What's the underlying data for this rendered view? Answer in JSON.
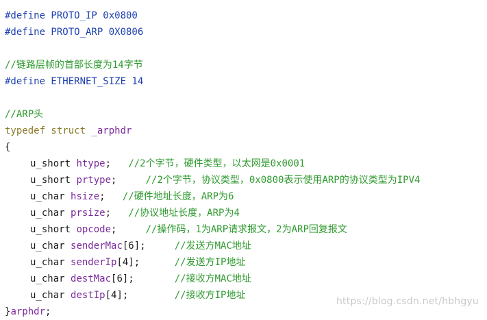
{
  "colors": {
    "keyword": "#1e40b0",
    "type": "#8a7a28",
    "identifier": "#7a2a9c",
    "comment": "#2f9a2f",
    "plain": "#1a1a1a",
    "watermark": "#c9c9c9"
  },
  "lines": [
    {
      "y": 0,
      "indent": false,
      "tokens": [
        {
          "t": "kw",
          "v": "#define PROTO_IP 0x0800"
        }
      ]
    },
    {
      "y": 1,
      "indent": false,
      "tokens": [
        {
          "t": "kw",
          "v": "#define PROTO_ARP 0X0806"
        }
      ]
    },
    {
      "y": 3,
      "indent": false,
      "tokens": [
        {
          "t": "cm",
          "v": "//链路层帧的首部长度为14字节"
        }
      ]
    },
    {
      "y": 4,
      "indent": false,
      "tokens": [
        {
          "t": "kw",
          "v": "#define ETHERNET_SIZE 14"
        }
      ]
    },
    {
      "y": 6,
      "indent": false,
      "tokens": [
        {
          "t": "cm",
          "v": "//ARP头"
        }
      ]
    },
    {
      "y": 7,
      "indent": false,
      "tokens": [
        {
          "t": "ty",
          "v": "typedef struct "
        },
        {
          "t": "id",
          "v": "_arphdr"
        }
      ]
    },
    {
      "y": 8,
      "indent": false,
      "tokens": [
        {
          "t": "pl",
          "v": "{"
        }
      ]
    },
    {
      "y": 9,
      "indent": true,
      "tokens": [
        {
          "t": "pl",
          "v": "u_short "
        },
        {
          "t": "id",
          "v": "htype"
        },
        {
          "t": "pl",
          "v": ";   "
        },
        {
          "t": "cm",
          "v": "//2个字节，硬件类型，以太网是0x0001"
        }
      ]
    },
    {
      "y": 10,
      "indent": true,
      "tokens": [
        {
          "t": "pl",
          "v": "u_short "
        },
        {
          "t": "id",
          "v": "prtype"
        },
        {
          "t": "pl",
          "v": ";     "
        },
        {
          "t": "cm",
          "v": "//2个字节，协议类型，0x0800表示使用ARP的协议类型为IPV4"
        }
      ]
    },
    {
      "y": 11,
      "indent": true,
      "tokens": [
        {
          "t": "pl",
          "v": "u_char "
        },
        {
          "t": "id",
          "v": "hsize"
        },
        {
          "t": "pl",
          "v": ";   "
        },
        {
          "t": "cm",
          "v": "//硬件地址长度，ARP为6"
        }
      ]
    },
    {
      "y": 12,
      "indent": true,
      "tokens": [
        {
          "t": "pl",
          "v": "u_char "
        },
        {
          "t": "id",
          "v": "prsize"
        },
        {
          "t": "pl",
          "v": ";   "
        },
        {
          "t": "cm",
          "v": "//协议地址长度，ARP为4"
        }
      ]
    },
    {
      "y": 13,
      "indent": true,
      "tokens": [
        {
          "t": "pl",
          "v": "u_short "
        },
        {
          "t": "id",
          "v": "opcode"
        },
        {
          "t": "pl",
          "v": ";     "
        },
        {
          "t": "cm",
          "v": "//操作码，1为ARP请求报文，2为ARP回复报文"
        }
      ]
    },
    {
      "y": 14,
      "indent": true,
      "tokens": [
        {
          "t": "pl",
          "v": "u_char "
        },
        {
          "t": "id",
          "v": "senderMac"
        },
        {
          "t": "pl",
          "v": "[6];     "
        },
        {
          "t": "cm",
          "v": "//发送方MAC地址"
        }
      ]
    },
    {
      "y": 15,
      "indent": true,
      "tokens": [
        {
          "t": "pl",
          "v": "u_char "
        },
        {
          "t": "id",
          "v": "senderIp"
        },
        {
          "t": "pl",
          "v": "[4];      "
        },
        {
          "t": "cm",
          "v": "//发送方IP地址"
        }
      ]
    },
    {
      "y": 16,
      "indent": true,
      "tokens": [
        {
          "t": "pl",
          "v": "u_char "
        },
        {
          "t": "id",
          "v": "destMac"
        },
        {
          "t": "pl",
          "v": "[6];       "
        },
        {
          "t": "cm",
          "v": "//接收方MAC地址"
        }
      ]
    },
    {
      "y": 17,
      "indent": true,
      "tokens": [
        {
          "t": "pl",
          "v": "u_char "
        },
        {
          "t": "id",
          "v": "destIp"
        },
        {
          "t": "pl",
          "v": "[4];        "
        },
        {
          "t": "cm",
          "v": "//接收方IP地址"
        }
      ]
    },
    {
      "y": 18,
      "indent": false,
      "tokens": [
        {
          "t": "pl",
          "v": "}"
        },
        {
          "t": "id",
          "v": "arphdr"
        },
        {
          "t": "pl",
          "v": ";"
        }
      ]
    }
  ],
  "watermark": "https://blog.csdn.net/hbhgyu"
}
